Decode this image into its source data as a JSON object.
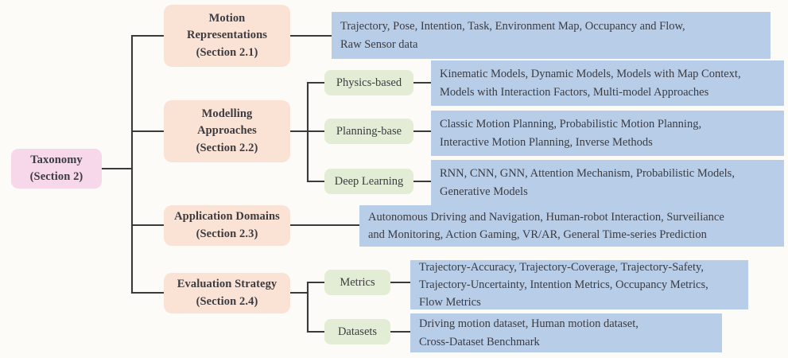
{
  "diagram": {
    "type": "taxonomy-tree",
    "title": "Taxonomy (Section 2)",
    "colors": {
      "root_fill": "#F7D7EA",
      "category_fill": "#FAE3D4",
      "subcategory_fill": "#E3EDD5",
      "leaf_fill": "#B8CEE8",
      "line": "#3A3A3A",
      "text": "#3B3B42",
      "background": "#FDFBF8"
    }
  },
  "root": {
    "line1": "Taxonomy",
    "line2": "(Section 2)"
  },
  "categories": [
    {
      "id": "motion-representations",
      "line1": "Motion",
      "line2": "Representations",
      "line3": "(Section 2.1)"
    },
    {
      "id": "modelling-approaches",
      "line1": "Modelling",
      "line2": "Approaches",
      "line3": "(Section 2.2)"
    },
    {
      "id": "application-domains",
      "line1": "Application Domains",
      "line2": "(Section 2.3)"
    },
    {
      "id": "evaluation-strategy",
      "line1": "Evaluation Strategy",
      "line2": "(Section 2.4)"
    }
  ],
  "subcategories": [
    {
      "id": "physics-based",
      "label": "Physics-based"
    },
    {
      "id": "planning-base",
      "label": "Planning-base"
    },
    {
      "id": "deep-learning",
      "label": "Deep Learning"
    },
    {
      "id": "metrics",
      "label": "Metrics"
    },
    {
      "id": "datasets",
      "label": "Datasets"
    }
  ],
  "leaves": [
    {
      "id": "motion-representations-items",
      "parent": "motion-representations",
      "line1": "Trajectory, Pose, Intention, Task, Environment Map, Occupancy and Flow,",
      "line2": "Raw Sensor data",
      "line3": ""
    },
    {
      "id": "physics-based-items",
      "parent": "physics-based",
      "line1": "Kinematic Models, Dynamic Models, Models with Map Context,",
      "line2": "Models with Interaction Factors, Multi-model Approaches",
      "line3": ""
    },
    {
      "id": "planning-base-items",
      "parent": "planning-base",
      "line1": "Classic Motion Planning, Probabilistic Motion Planning,",
      "line2": "Interactive Motion Planning, Inverse Methods",
      "line3": ""
    },
    {
      "id": "deep-learning-items",
      "parent": "deep-learning",
      "line1": "RNN, CNN, GNN, Attention Mechanism, Probabilistic Models,",
      "line2": "Generative Models",
      "line3": ""
    },
    {
      "id": "application-domains-items",
      "parent": "application-domains",
      "line1": "Autonomous Driving and Navigation, Human-robot Interaction, Surveiliance",
      "line2": "and Monitoring, Action Gaming, VR/AR, General Time-series Prediction",
      "line3": ""
    },
    {
      "id": "metrics-items",
      "parent": "metrics",
      "line1": "Trajectory-Accuracy, Trajectory-Coverage, Trajectory-Safety,",
      "line2": "Trajectory-Uncertainty, Intention Metrics, Occupancy Metrics,",
      "line3": "Flow Metrics"
    },
    {
      "id": "datasets-items",
      "parent": "datasets",
      "line1": "Driving motion dataset, Human motion dataset,",
      "line2": "Cross-Dataset Benchmark",
      "line3": ""
    }
  ]
}
